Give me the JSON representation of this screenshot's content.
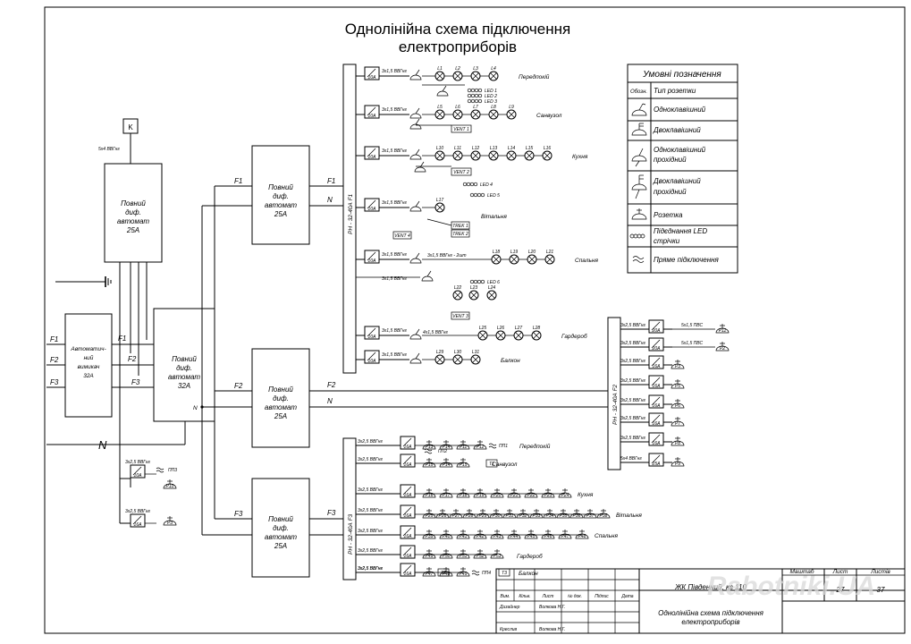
{
  "title": {
    "line1": "Однолінійна схема підключення",
    "line2": "електроприборів"
  },
  "legend": {
    "title": "Умовні позначення",
    "col_code": "Обозн.",
    "col_type": "Тип розетки",
    "items": [
      "Одноклавішний",
      "Двоклавішний",
      "Одноклавішний прохідний",
      "Двоклавішний прохідний",
      "Розетка",
      "Підєднання LED стрічки",
      "Пряме підключення"
    ]
  },
  "mains": {
    "phases": [
      "F1",
      "F2",
      "F3"
    ],
    "neutral": "N",
    "meter_label": "K",
    "meter_cable": "5х4 ВВГнг",
    "main_breaker": {
      "line1": "Автоматич-",
      "line2": "ний",
      "line3": "вимикач",
      "rating": "32А"
    },
    "main_rcd": {
      "line1": "Повний",
      "line2": "диф.",
      "line3": "автомат",
      "rating": "32А"
    },
    "top_rcd": {
      "line1": "Повний",
      "line2": "диф.",
      "line3": "автомат",
      "rating": "25А"
    },
    "branch_rcds": [
      {
        "phase": "F1",
        "line1": "Повний",
        "line2": "диф.",
        "line3": "автомат",
        "rating": "25А"
      },
      {
        "phase": "F2",
        "line1": "Повний",
        "line2": "диф.",
        "line3": "автомат",
        "rating": "25А"
      },
      {
        "phase": "F3",
        "line1": "Повний",
        "line2": "диф.",
        "line3": "автомат",
        "rating": "25А"
      }
    ],
    "busbar_f1": "РН - 32-40А  F1",
    "busbar_f2": "РН - 32-40А  F2",
    "busbar_f3": "РН - 32-40А  F3"
  },
  "f1_circuits": [
    {
      "breaker": "10А",
      "cable": "3х1,5 ВВГнг",
      "room": "Передпокій"
    },
    {
      "breaker": "10А",
      "cable": "3х1,5 ВВГнг",
      "room": "Санвузол"
    },
    {
      "breaker": "10А",
      "cable": "3х1,5 ВВГнг",
      "room": "Кухня"
    },
    {
      "breaker": "10А",
      "cable": "3х1,5 ВВГнг",
      "room": "Вітальня"
    },
    {
      "breaker": "10А",
      "cable": "3х1,5 ВВГнг",
      "room": "Спальня"
    },
    {
      "breaker": "10А",
      "cable": "3х1,5 ВВГнг",
      "room": "Гардероб"
    },
    {
      "breaker": "10А",
      "cable": "3х1,5 ВВГнг",
      "room": "Балкон"
    }
  ],
  "f1_extra": {
    "led": [
      "LED 1",
      "LED 2",
      "LED 3",
      "LED 4",
      "LED 5",
      "LED 6"
    ],
    "vent": [
      "VENT 1",
      "VENT 2",
      "VENT 3",
      "VENT 4"
    ],
    "trek": [
      "TREK 1",
      "TREK 2"
    ],
    "spalnia_cable": "3х1,5 ВВГнг - 2шт",
    "garderob_cable": "4х1,5 ВВГнг"
  },
  "f2_circuits": [
    {
      "breaker": "20А",
      "cable": "3х2,5 ВВГнг",
      "extra_cable": "5х1,5 ПВС",
      "socket": "Р11"
    },
    {
      "breaker": "20А",
      "cable": "3х2,5 ВВГнг",
      "extra_cable": "5х1,5 ПВС",
      "socket": "Р2"
    },
    {
      "breaker": "16А",
      "cable": "3х2,5 ВВГнг",
      "socket": "Р3"
    },
    {
      "breaker": "16А",
      "cable": "3х2,5 ВВГнг",
      "socket": "Р5"
    },
    {
      "breaker": "16А",
      "cable": "3х2,5 ВВГнг",
      "socket": "Р6"
    },
    {
      "breaker": "16А",
      "cable": "3х2,5 ВВГнг",
      "socket": "Р7"
    },
    {
      "breaker": "16А",
      "cable": "3х2,5 ВВГнг",
      "socket": "Р8"
    },
    {
      "breaker": "25А",
      "cable": "5х4 ВВГнг",
      "socket": "Р9"
    }
  ],
  "f3_circuits": [
    {
      "breaker": "16А",
      "cable": "3х2,5 ВВГнг",
      "room": "Передпокій",
      "sockets": [
        "Р13",
        "Р14",
        "Р11",
        "Р12"
      ],
      "direct": "ПП1"
    },
    {
      "breaker": "16А",
      "cable": "3х2,5 ВВГнг",
      "room": "Санвузол",
      "sockets": [
        "Р15",
        "Р14",
        "Р15"
      ],
      "direct": "ПП2",
      "device": "Т1"
    },
    {
      "breaker": "16А",
      "cable": "3х2,5 ВВГнг",
      "room": "Кухня",
      "sockets": [
        "Р16",
        "Р17",
        "Р18",
        "Р19",
        "Р20",
        "Р21",
        "Р22",
        "Р23",
        "Р24"
      ]
    },
    {
      "breaker": "16А",
      "cable": "3х2,5 ВВГнг",
      "room": "Вітальня",
      "sockets": [
        "Р25",
        "Р26",
        "Р27",
        "Р28",
        "Р29",
        "Р30",
        "Р31",
        "Р32",
        "Р33",
        "Р34",
        "Р35",
        "Р36",
        "Р37",
        "Р38"
      ]
    },
    {
      "breaker": "16А",
      "cable": "3х2,5 ВВГнг",
      "room": "Спальня",
      "sockets": [
        "Р39",
        "Р40",
        "Р41",
        "Р42",
        "Р43",
        "Р44",
        "Р45",
        "Р46",
        "Р47",
        "Р48"
      ]
    },
    {
      "breaker": "16А",
      "cable": "3х2,5 ВВГнг",
      "room": "Гардероб",
      "sockets": [
        "Р49",
        "Р50",
        "Р51",
        "Р52",
        "Р53"
      ]
    },
    {
      "breaker": "16А",
      "cable": "3х2,5 ВВГнг",
      "room": "Балкон",
      "sockets": [
        "Р47",
        "Р48",
        "Р49"
      ],
      "direct": "ПП4",
      "device": "Т3"
    },
    {
      "breaker": "16А",
      "cable": "3х2,5 ВВГнг",
      "device": "Т2"
    }
  ],
  "left_circuits": [
    {
      "breaker": "10А",
      "cable": "3х2,5 ВВГнг",
      "direct": "ПП3",
      "socket": "Р10"
    },
    {
      "breaker": "16А",
      "cable": "3х2,5 ВВГнг",
      "socket": "Р3"
    }
  ],
  "title_block": {
    "project": "ЖК Південний, кв 110",
    "col_scale": "Маштаб",
    "col_sheet": "Лист",
    "col_sheets": "Листів",
    "sheet": "27",
    "sheets": "37",
    "drawing": "Однолінійна схема підключення електроприборів",
    "headers": [
      "Вим.",
      "Кільк.",
      "Лист",
      "№ док.",
      "Підпис",
      "Дата"
    ],
    "designer_label": "Дизайнер",
    "designer": "Волкова Н.Г.",
    "drafter_label": "Креслив",
    "drafter": "Волкова Н.Г."
  },
  "watermark": "Rabotniki.UA"
}
